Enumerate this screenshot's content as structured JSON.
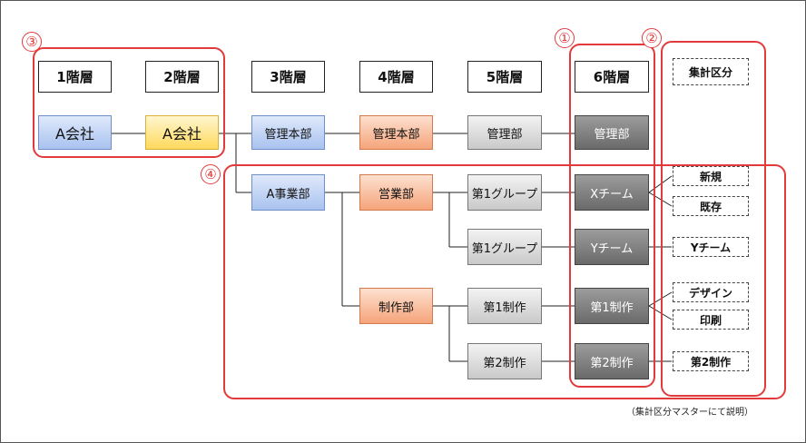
{
  "levels": [
    "1階層",
    "2階層",
    "3階層",
    "4階層",
    "5階層",
    "6階層"
  ],
  "aggregation_header": "集計区分",
  "callouts": [
    "①",
    "②",
    "③",
    "④"
  ],
  "top_row": {
    "company_1": "A会社",
    "company_2": "A会社",
    "level3": "管理本部",
    "level4": "管理本部",
    "level5": "管理部",
    "level6": "管理部"
  },
  "branch": {
    "level3": "A事業部",
    "level4_a": "営業部",
    "level4_b": "制作部",
    "level5_a": "第1グループ",
    "level5_b": "第1グループ",
    "level5_c": "第1制作",
    "level5_d": "第2制作",
    "level6_a": "Xチーム",
    "level6_b": "Yチーム",
    "level6_c": "第1制作",
    "level6_d": "第2制作"
  },
  "aggregation": [
    "新規",
    "既存",
    "Yチーム",
    "デザイン",
    "印刷",
    "第2制作"
  ],
  "footnote": "（集計区分マスターにて説明）"
}
